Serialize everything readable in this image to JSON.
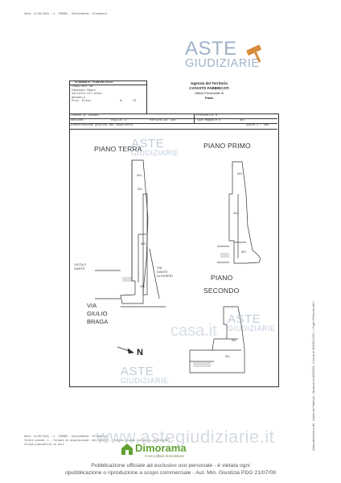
{
  "top_stamp": "Data: 11/09/2024 - n. T38066 - Richiedente: Telematico",
  "watermark": {
    "brand_line1": "ASTE",
    "brand_line2": "GIUDIZIARIE",
    "agency": "Agenzia del Territorio",
    "catasto": "CATASTO FABBRICATI",
    "ufficio": "Ufficio Provinciale di",
    "citta": "Prato"
  },
  "header": {
    "elaborato": "ELABORATO PLANIMETRICO",
    "compilato_label": "Compilato da:",
    "compilato_value": "Fabbiani Mauro",
    "iscritto_label": "Iscritto all'albo:",
    "iscritto_value": "Geometri",
    "prov_label": "Prov. Prato",
    "n_label": "N.",
    "n_value": "75",
    "comune": "Comune di Vaiano",
    "protocollo": "Protocollo n. ",
    "sezione": "Sezione:",
    "foglio": "Foglio: 8",
    "particella": "Particella: 180",
    "tipo_mappale": "Tipo Mappale n.",
    "del": "del",
    "dimostrazione": "Dimostrazione grafica dei subalterni",
    "scala": "Scala 1 : 500"
  },
  "plans": {
    "piano_terra": "PIANO TERRA",
    "piano_primo": "PIANO PRIMO",
    "piano_secondo_1": "PIANO",
    "piano_secondo_2": "SECONDO",
    "vicolo_1": "VICOLO",
    "vicolo_2": "DANTE",
    "via_dante_1": "VIA",
    "via_dante_2": "DANTE",
    "via_dante_3": "ALIGHIERI",
    "via_giulio_1": "VIA",
    "via_giulio_2": "GIULIO",
    "via_giulio_3": "BRAGA",
    "north": "N",
    "sub_labels": [
      "501",
      "502",
      "503",
      "500",
      "501",
      "502",
      "501",
      "501",
      "501"
    ]
  },
  "casa_watermark": "casa.it",
  "bottom_stamp_1": "Data: 11/09/2024 - n. T38066 - Richiedente: Telematico",
  "bottom_stamp_2": "Totale schede: 1 - Formato di acquisizione: A4(210x297) - Formato stampa richiesto: A4(210x297)",
  "bottom_stamp_3": "Ultima planimetria in atti",
  "side_text": "Ultima planimetria in atti - Catasto dei Fabbricati - Situazione al 11/09/2024 - Comune di VAIANO (L537) - < Foglio 8 Particella 180 >",
  "site_watermark": "www.astegiudiziarie.it",
  "dimorama": {
    "brand": "Dimorama",
    "tagline": "il vero affare immobiliare"
  },
  "footer": {
    "line1": "Pubblicazione ufficiale ad esclusivo uso personale - è vietata ogni",
    "line2": "ripubblicazione o riproduzione a scopo commerciale - Aut. Min. Giustizia PDG 21/07/09"
  },
  "colors": {
    "watermark_blue": "#9fb3c8",
    "gavel_orange": "#d88a3a",
    "dimorama_green": "#5fa032",
    "line": "#333333"
  }
}
